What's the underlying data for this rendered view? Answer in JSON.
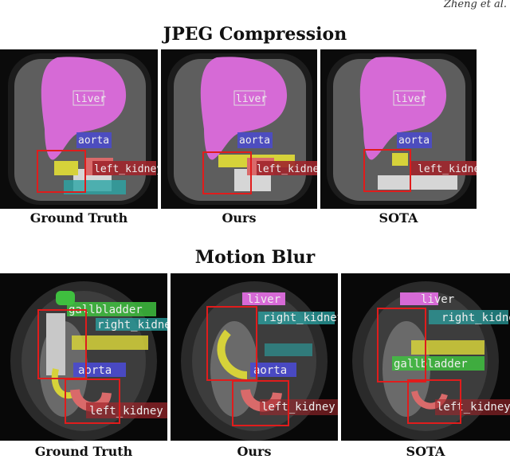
{
  "page": {
    "running_header": "Zheng et al."
  },
  "jpeg": {
    "title": "JPEG Compression",
    "captions": [
      "Ground Truth",
      "Ours",
      "SOTA"
    ],
    "panels": [
      {
        "labels": {
          "liver": "liver",
          "aorta": "aorta",
          "kidney": "left_kidney"
        }
      },
      {
        "labels": {
          "liver": "liver",
          "aorta": "aorta",
          "kidney": "left_kidney"
        }
      },
      {
        "labels": {
          "liver": "liver",
          "aorta": "aorta",
          "kidney": "left_kidney"
        }
      }
    ]
  },
  "blur": {
    "title": "Motion Blur",
    "captions": [
      "Ground Truth",
      "Ours",
      "SOTA"
    ],
    "panels": [
      {
        "labels": {
          "gall": "gallbladder",
          "rkid": "right_kidney",
          "aorta": "aorta",
          "lkid": "left_kidney"
        }
      },
      {
        "labels": {
          "liver": "liver",
          "rkid": "right_kidney",
          "aorta": "aorta",
          "lkid": "left_kidney"
        }
      },
      {
        "labels": {
          "liver": "liver",
          "rkid": "right_kidney",
          "gall": "gallbladder",
          "lkid": "left_kidney"
        }
      }
    ]
  },
  "colors": {
    "liver": "#d66ad6",
    "aorta": "#4a4ad0",
    "kidney": "#a0262c",
    "gall": "#3fbf3f",
    "rkid": "#2aa5a5",
    "stomach": "#d6d23a",
    "box": "#e01c1c"
  }
}
